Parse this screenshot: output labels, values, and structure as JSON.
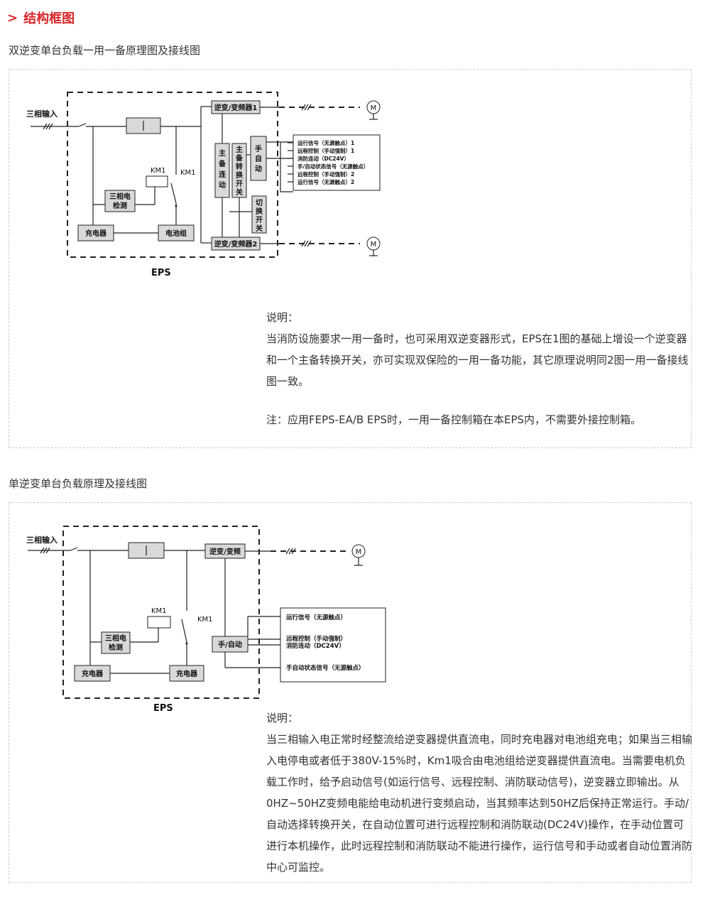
{
  "header": {
    "title": "结构框图"
  },
  "section1": {
    "title": "双逆变单台负载一用一备原理图及接线图",
    "diagram": {
      "input_label": "三相输入",
      "rectifier_block": "",
      "detect_line1": "三相电",
      "detect_line2": "检测",
      "charger": "充电器",
      "battery": "电池组",
      "km1_coil": "KM1",
      "km1_switch": "KM1",
      "inverter1": "逆变/变频器1",
      "inverter2": "逆变/变频器2",
      "linkage": [
        "主",
        "备",
        "连",
        "动"
      ],
      "transfer_switch": [
        "主",
        "备",
        "转",
        "换",
        "开",
        "关"
      ],
      "manual_auto": [
        "手",
        "自",
        "动"
      ],
      "cut_switch": [
        "切",
        "换",
        "开",
        "关"
      ],
      "motor": "M",
      "eps_label": "EPS",
      "signals": [
        "运行信号（无源触点）1",
        "远程控制（手动强制）1",
        "消防连动（DC24V）",
        "手/自动状态信号（无源触点）",
        "远程控制（手动强制）2",
        "运行信号（无源触点）2"
      ]
    },
    "note": {
      "heading": "说明：",
      "body": "当消防设施要求一用一备时，也可采用双逆变器形式，EPS在1图的基础上增设一个逆变器和一个主备转换开关，亦可实现双保险的一用一备功能，其它原理说明同2图一用一备接线图一致。",
      "remark": "注：应用FEPS-EA/B EPS时，一用一备控制箱在本EPS内，不需要外接控制箱。"
    }
  },
  "section2": {
    "title": "单逆变单台负载原理及接线图",
    "diagram": {
      "input_label": "三相输入",
      "detect_line1": "三相电",
      "detect_line2": "检测",
      "charger_left": "充电器",
      "charger_right": "充电器",
      "km1_coil": "KM1",
      "km1_switch": "KM1",
      "inverter": "逆变/变频",
      "manual_auto": "手/自动",
      "motor": "M",
      "eps_label": "EPS",
      "signals": [
        "运行信号（无源触点）",
        "远程控制（手动强制）",
        "消防连动（DC24V）",
        "手自动状态信号（无源触点）"
      ]
    },
    "note": {
      "heading": "说明：",
      "body": "当三相输入电正常时经整流给逆变器提供直流电，同时充电器对电池组充电；如果当三相输入电停电或者低于380V-15%时，Km1吸合由电池组给逆变器提供直流电。当需要电机负载工作时，给予启动信号(如运行信号、远程控制、消防联动信号)，逆变器立即输出。从0HZ~50HZ变频电能给电动机进行变频启动，当其频率达到50HZ后保持正常运行。手动/自动选择转换开关，在自动位置可进行远程控制和消防联动(DC24V)操作，在手动位置可进行本机操作，此时远程控制和消防联动不能进行操作，运行信号和手动或者自动位置消防中心可监控。"
    }
  }
}
